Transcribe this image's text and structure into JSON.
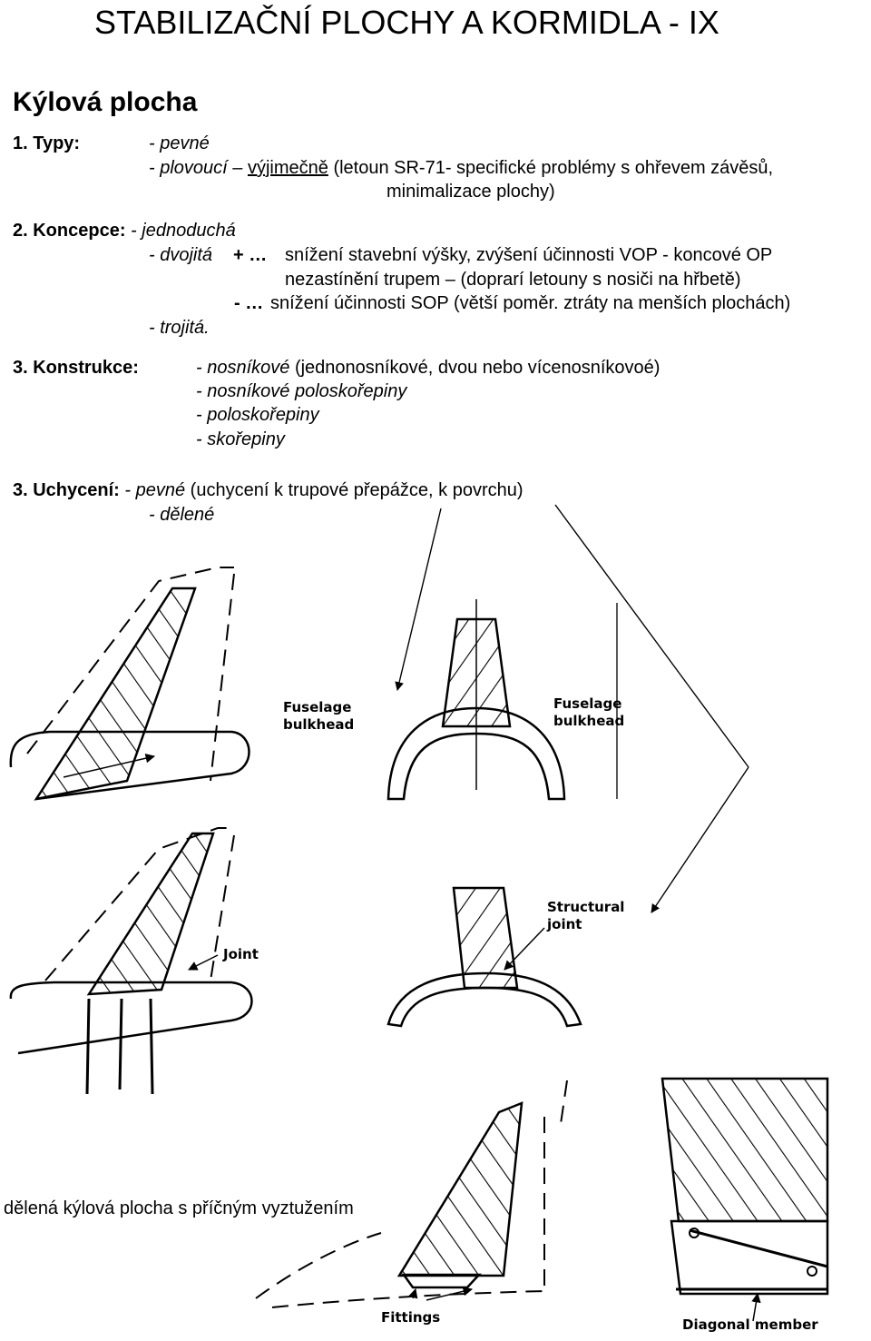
{
  "title": "STABILIZAČNÍ PLOCHY A KORMIDLA - IX",
  "heading": "Kýlová plocha",
  "types": {
    "number_label": "1. Typy:",
    "item1": "- pevné",
    "item2_italic": "- plovoucí –",
    "item2_underlined": "výjimečně",
    "item2_rest": "(letoun SR-71- specifické problémy s ohřevem závěsů,",
    "item2_cont": "minimalizace plochy)"
  },
  "concept": {
    "number_label": "2. Koncepce:",
    "item1": "- jednoduchá",
    "item2": "- dvojitá",
    "plus_sign": "+ …",
    "plus_line1": "snížení stavební výšky, zvýšení účinnosti VOP - koncové OP",
    "plus_line2": "nezastínění trupem – (doprarí letouny s nosiči na hřbetě)",
    "minus_sign": "- …",
    "minus_line": "snížení účinnosti SOP (větší poměr. ztráty na menších plochách)",
    "item3": "- trojitá."
  },
  "construction": {
    "number_label": "3. Konstrukce:",
    "item1_italic": "- nosníkové",
    "item1_rest": "(jednonosníkové, dvou nebo vícenosníkovoé)",
    "item2": "- nosníkové poloskořepiny",
    "item3": "- poloskořepiny",
    "item4": "- skořepiny"
  },
  "attachment": {
    "number_label": "3. Uchycení:",
    "item1_italic": "- pevné",
    "item1_rest": "(uchycení k trupové přepážce, k povrchu)",
    "item2": "- dělené"
  },
  "figure_labels": {
    "bulkhead_left": "Fuselage\nbulkhead",
    "bulkhead_right": "Fuselage\nbulkhead",
    "joint": "Joint",
    "structural_joint": "Structural\njoint",
    "fittings": "Fittings",
    "diagonal_member": "Diagonal member"
  },
  "caption": "dělená kýlová plocha s příčným vyztužením"
}
